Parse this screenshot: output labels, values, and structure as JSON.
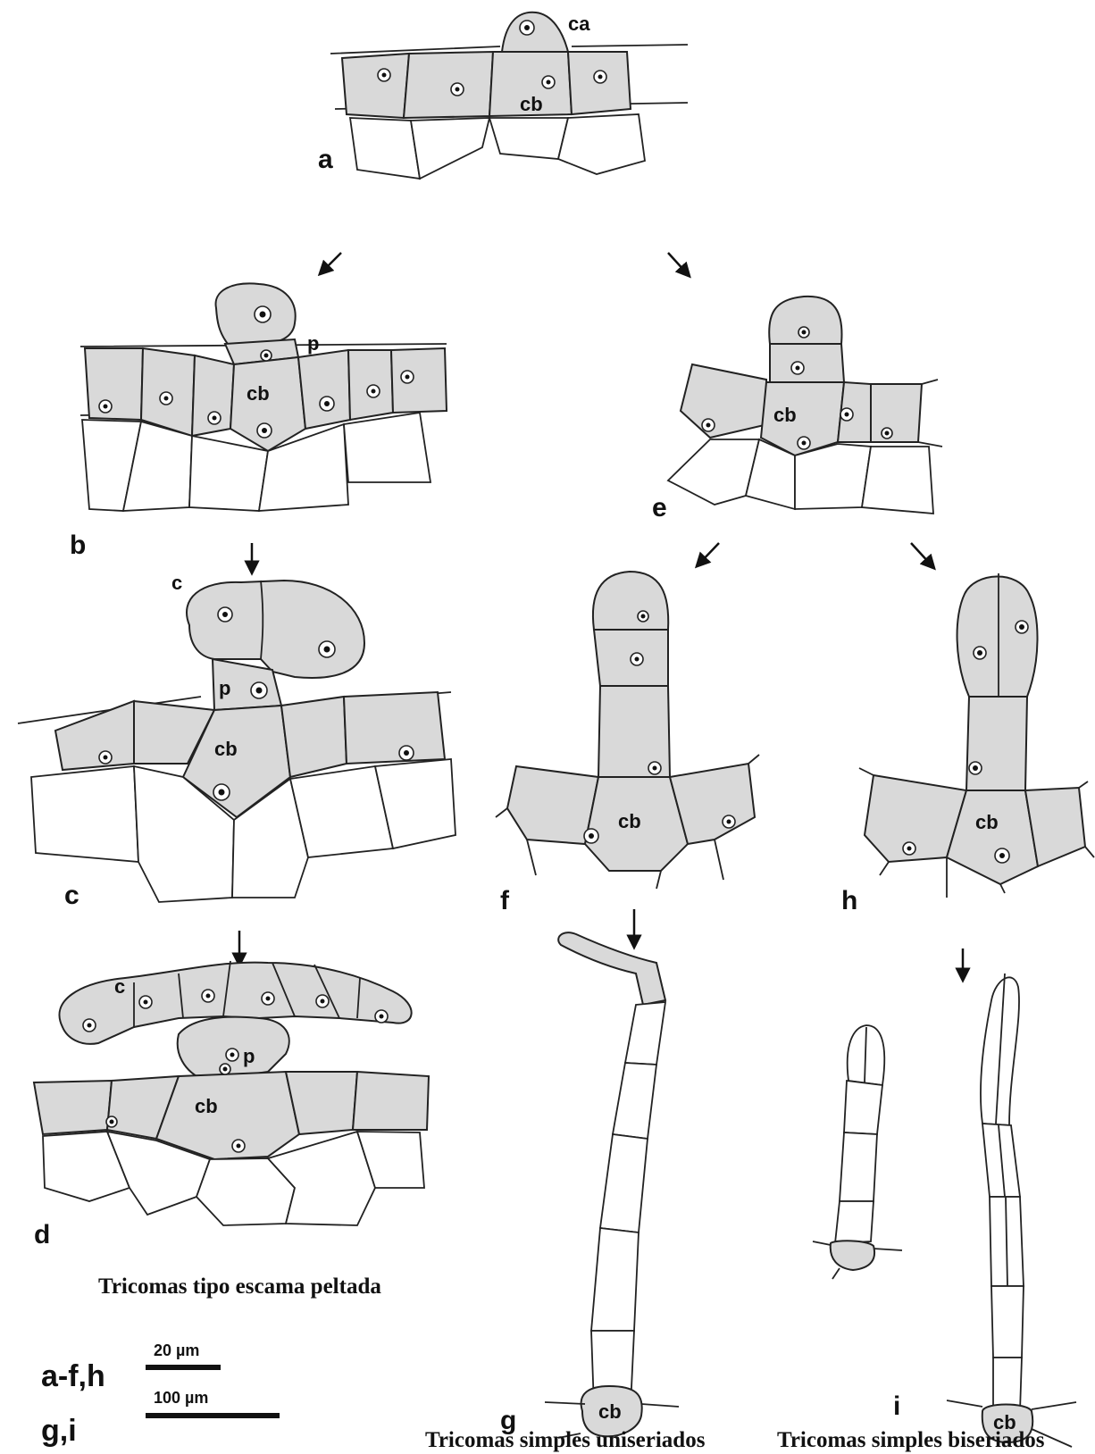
{
  "panels": {
    "a": "a",
    "b": "b",
    "c": "c",
    "d": "d",
    "e": "e",
    "f": "f",
    "g": "g",
    "h": "h",
    "i": "i"
  },
  "cell_labels": {
    "ca": "ca",
    "cb": "cb",
    "p": "p",
    "c": "c"
  },
  "captions": {
    "peltate": "Tricomas tipo escama peltada",
    "uniseriate": "Tricomas simples uniseriados",
    "biseriate": "Tricomas simples biseriados"
  },
  "scales": [
    {
      "label": "a-f,h",
      "value": "20 µm"
    },
    {
      "label": "g,i",
      "value": "100 µm"
    }
  ]
}
